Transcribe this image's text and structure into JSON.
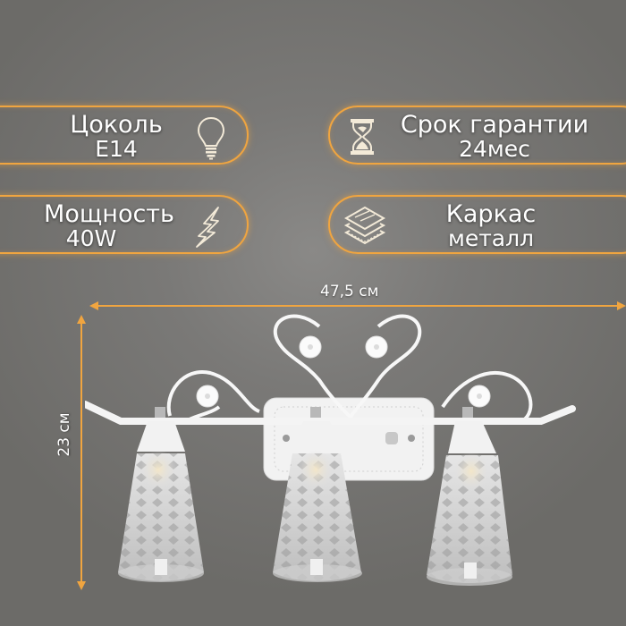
{
  "specs": [
    {
      "id": "socket",
      "title": "Цоколь",
      "value": "E14",
      "icon": "light-bulb-icon"
    },
    {
      "id": "warranty",
      "title": "Срок гарантии",
      "value": "24мес",
      "icon": "hourglass-icon"
    },
    {
      "id": "power",
      "title": "Мощность",
      "value": "40W",
      "icon": "lightning-icon"
    },
    {
      "id": "frame",
      "title": "Каркас",
      "value": "металл",
      "icon": "layers-icon"
    }
  ],
  "dimensions": {
    "width_label": "47,5 см",
    "height_label": "23 см"
  },
  "product": {
    "name": "wall-lamp-three-shades",
    "shades_count": 3
  },
  "colors": {
    "accent": "#f0a540",
    "background": "#757472",
    "text": "#ffffff",
    "icon": "#f3ead8"
  }
}
